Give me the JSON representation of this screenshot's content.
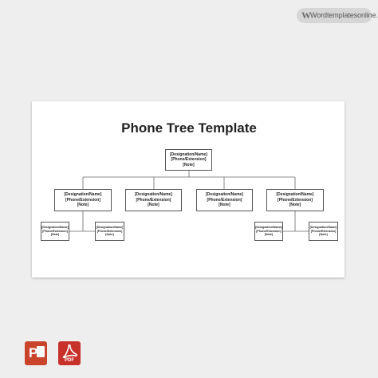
{
  "watermark": {
    "initial": "W",
    "text": "Wordtemplatesonline.net"
  },
  "document": {
    "title": "Phone Tree Template",
    "root": [
      "[Designation/Name]",
      "[Phone/Extension]",
      "[Note]"
    ],
    "level1": [
      [
        "[Designation/Name]",
        "[Phone/Extension]",
        "[Note]"
      ],
      [
        "[Designation/Name]",
        "[Phone/Extension]",
        "[Note]"
      ],
      [
        "[Designation/Name]",
        "[Phone/Extension]",
        "[Note]"
      ],
      [
        "[Designation/Name]",
        "[Phone/Extension]",
        "[Note]"
      ]
    ],
    "level2": [
      [
        "[Designation/Name]",
        "[Phone/Extension]",
        "[Note]"
      ],
      [
        "[Designation/Name]",
        "[Phone/Extension]",
        "[Note]"
      ],
      [
        "[Designation/Name]",
        "[Phone/Extension]",
        "[Note]"
      ],
      [
        "[Designation/Name]",
        "[Phone/Extension]",
        "[Note]"
      ]
    ]
  },
  "footer_icons": [
    {
      "icon": "powerpoint-icon",
      "letter": "P",
      "color": "#c9442a"
    },
    {
      "icon": "pdf-icon",
      "label": "PDF",
      "color": "#c8302a"
    }
  ]
}
